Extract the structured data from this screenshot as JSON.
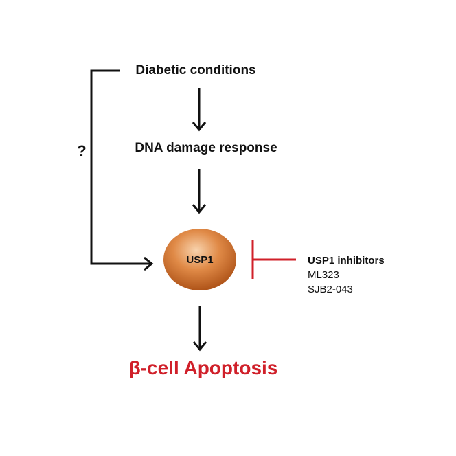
{
  "nodes": {
    "diabetic": "Diabetic conditions",
    "dna_damage": "DNA damage response",
    "usp1": "USP1",
    "apoptosis": "β-cell Apoptosis"
  },
  "feedback_label": "?",
  "inhibitors": {
    "title": "USP1 inhibitors",
    "items": [
      "ML323",
      "SJB2-043"
    ]
  },
  "colors": {
    "text": "#111111",
    "apoptosis": "#d0202a",
    "inhibition": "#d0202a",
    "usp1_fill_center": "#f6c69a",
    "usp1_fill_edge": "#b8581a"
  }
}
